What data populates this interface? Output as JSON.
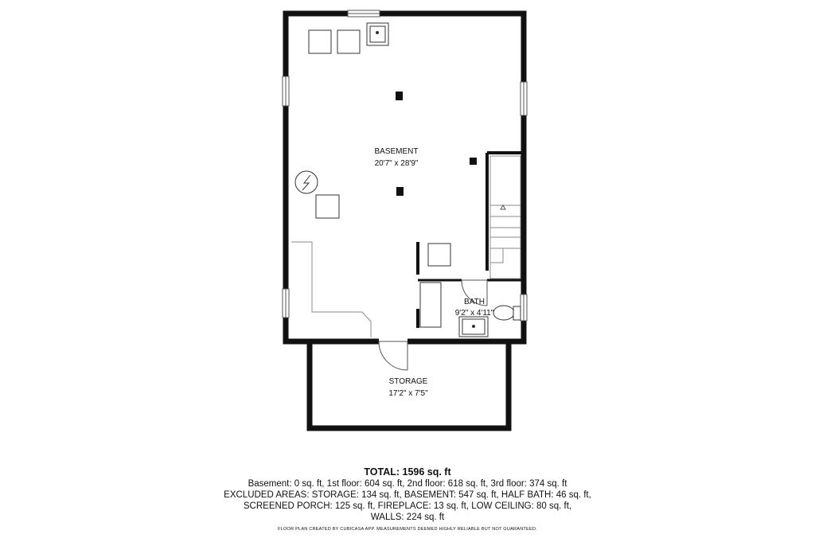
{
  "rooms": {
    "basement": {
      "name": "BASEMENT",
      "dimensions": "20'7\" x 28'9\""
    },
    "bath": {
      "name": "BATH",
      "dimensions": "9'2\" x 4'11\""
    },
    "storage": {
      "name": "STORAGE",
      "dimensions": "17'2\" x 7'5\""
    }
  },
  "summary": {
    "total": "TOTAL: 1596 sq. ft",
    "lines": [
      "Basement: 0 sq. ft, 1st floor: 604 sq. ft, 2nd floor: 618 sq. ft, 3rd floor: 374 sq. ft",
      "EXCLUDED AREAS: STORAGE: 134 sq. ft, BASEMENT: 547 sq. ft, HALF BATH: 46 sq. ft,",
      "SCREENED PORCH: 125 sq. ft, FIREPLACE: 13 sq. ft, LOW CEILING: 80 sq. ft,",
      "WALLS: 224 sq. ft"
    ],
    "footer": "FLOOR PLAN CREATED BY CUBICASA APP. MEASUREMENTS DEEMED HIGHLY RELIABLE BUT NOT GUARANTEED."
  }
}
